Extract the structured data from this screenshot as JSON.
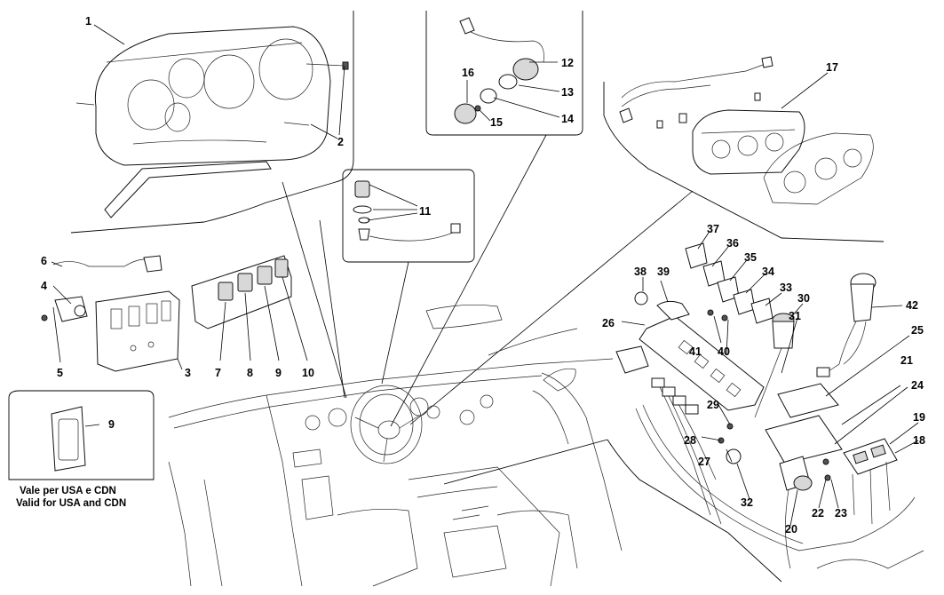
{
  "diagram": {
    "callouts": [
      "1",
      "2",
      "3",
      "4",
      "5",
      "6",
      "7",
      "8",
      "9",
      "10",
      "11",
      "12",
      "13",
      "14",
      "15",
      "16",
      "17",
      "18",
      "19",
      "20",
      "21",
      "22",
      "23",
      "24",
      "25",
      "26",
      "27",
      "28",
      "29",
      "30",
      "31",
      "32",
      "33",
      "34",
      "35",
      "36",
      "37",
      "38",
      "39",
      "40",
      "41",
      "42"
    ],
    "inset": {
      "part_number": "9",
      "note_line1": "Vale per USA e CDN",
      "note_line2": "Valid for USA and CDN"
    }
  }
}
